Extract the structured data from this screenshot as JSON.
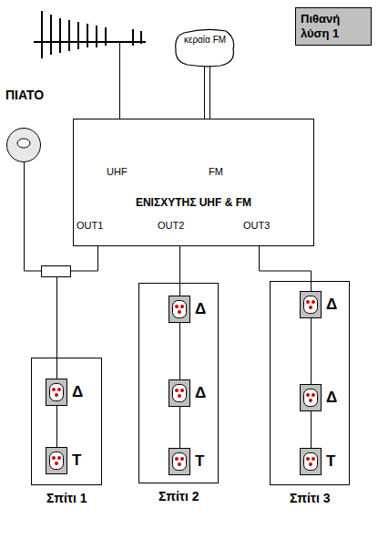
{
  "diagram": {
    "title": "Πιθανή λύση 1",
    "nodes": [
      {
        "text": [
          "κεραία FM"
        ]
      },
      {
        "text": [
          "ΠΙΑΤΟ"
        ]
      },
      {
        "text": [
          "UHF",
          "FM",
          "ΕΝΙΣΧΥΤΗΣ UHF & FM",
          "OUT1",
          "OUT2",
          "OUT3"
        ]
      },
      {
        "text": [
          "Σπίτι 1"
        ]
      },
      {
        "text": [
          "Δ"
        ],
        "in": 3
      },
      {
        "text": [
          "Τ"
        ],
        "in": 3
      },
      {
        "text": [
          "Σπίτι 2"
        ]
      },
      {
        "text": [
          "Δ"
        ],
        "in": 6
      },
      {
        "text": [
          "Δ"
        ],
        "in": 6
      },
      {
        "text": [
          "Τ"
        ],
        "in": 6
      },
      {
        "text": [
          "Σπίτι 3"
        ]
      },
      {
        "text": [
          "Δ"
        ],
        "in": 10
      },
      {
        "text": [
          "Δ"
        ],
        "in": 10
      },
      {
        "text": [
          "Τ"
        ],
        "in": 10
      }
    ],
    "edges": [
      {
        "from": 0,
        "to": 2,
        "arrow": "none"
      },
      {
        "from": 1,
        "to": 4,
        "arrow": "none"
      },
      {
        "from": 2,
        "to": 4,
        "arrow": "none"
      },
      {
        "from": 4,
        "to": 5,
        "arrow": "none"
      },
      {
        "from": 2,
        "to": 7,
        "arrow": "none"
      },
      {
        "from": 7,
        "to": 8,
        "arrow": "none"
      },
      {
        "from": 8,
        "to": 9,
        "arrow": "none"
      },
      {
        "from": 2,
        "to": 11,
        "arrow": "none"
      },
      {
        "from": 11,
        "to": 12,
        "arrow": "none"
      },
      {
        "from": 12,
        "to": 13,
        "arrow": "none"
      }
    ]
  }
}
